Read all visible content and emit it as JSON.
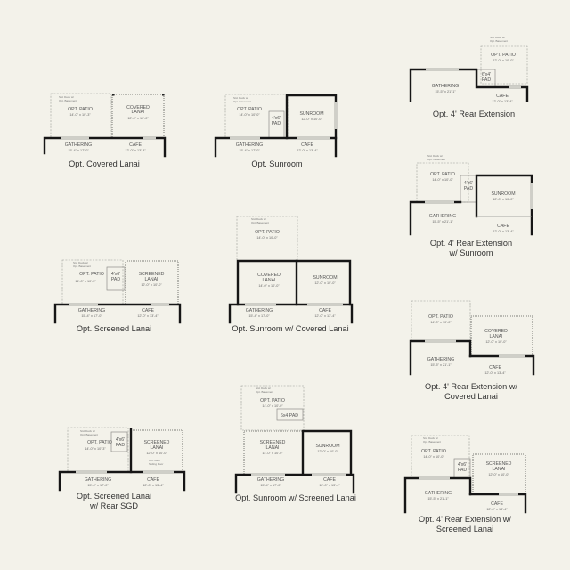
{
  "colors": {
    "background": "#f3f2ea",
    "wall": "#161616",
    "text": "#444444"
  },
  "deck_note": [
    "Std. Deck w/",
    "Opt. Basement"
  ],
  "plans": [
    {
      "title": [
        "Opt. Covered Lanai"
      ],
      "patio": {
        "name": "OPT. PATIO",
        "dims": "14'-0\" x 10'-3\""
      },
      "lanai": {
        "name": [
          "COVERED",
          "LANAI"
        ],
        "dims": "12'-0\" x 10'-0\""
      },
      "gathering": {
        "name": "GATHERING",
        "dims": "15'-4\" x 17'-0\""
      },
      "cafe": {
        "name": "CAFE",
        "dims": "12'-0\" x 13'-4\""
      }
    },
    {
      "title": [
        "Opt. Sunroom"
      ],
      "patio": {
        "name": "OPT. PATIO",
        "dims": "14'-0\" x 10'-0\""
      },
      "pad": [
        "4'x6'",
        "PAD"
      ],
      "sunroom": {
        "name": "SUNROOM",
        "dims": "12'-0\" x 10'-0\""
      },
      "gathering": {
        "name": "GATHERING",
        "dims": "15'-4\" x 17'-0\""
      },
      "cafe": {
        "name": "CAFE",
        "dims": "12'-0\" x 13'-4\""
      }
    },
    {
      "title": [
        "Opt. 4' Rear Extension"
      ],
      "patio": {
        "name": "OPT. PATIO",
        "dims": "12'-0\" x 10'-0\""
      },
      "pad": [
        "6'x4'",
        "PAD"
      ],
      "gathering": {
        "name": "GATHERING",
        "dims": "15'-5\" x 21'-1\""
      },
      "cafe": {
        "name": "CAFE",
        "dims": "12'-0\" x 13'-4\""
      }
    },
    {
      "title": [
        "Opt. 4' Rear Extension",
        "w/ Sunroom"
      ],
      "patio": {
        "name": "OPT. PATIO",
        "dims": "14'-0\" x 10'-0\""
      },
      "pad": [
        "4'x6'",
        "PAD"
      ],
      "sunroom": {
        "name": "SUNROOM",
        "dims": "12'-0\" x 10'-0\""
      },
      "gathering": {
        "name": "GATHERING",
        "dims": "15'-5\" x 21'-1\""
      },
      "cafe": {
        "name": "CAFE",
        "dims": "12'-0\" x 13'-4\""
      }
    },
    {
      "title": [
        "Opt. Screened Lanai"
      ],
      "patio": {
        "name": "OPT. PATIO",
        "dims": "14'-0\" x 10'-3\""
      },
      "pad": [
        "4'x6'",
        "PAD"
      ],
      "lanai": {
        "name": [
          "SCREENED",
          "LANAI"
        ],
        "dims": "12'-0\" x 10'-0\""
      },
      "gathering": {
        "name": "GATHERING",
        "dims": "15'-4\" x 17'-0\""
      },
      "cafe": {
        "name": "CAFE",
        "dims": "12'-0\" x 13'-4\""
      }
    },
    {
      "title": [
        "Opt. Sunroom w/ Covered Lanai"
      ],
      "patio": {
        "name": "OPT. PATIO",
        "dims": "14'-0\" x 10'-0\""
      },
      "lanai": {
        "name": [
          "COVERED",
          "LANAI"
        ],
        "dims": "14'-0\" x 10'-0\""
      },
      "sunroom": {
        "name": "SUNROOM",
        "dims": "12'-0\" x 10'-0\""
      },
      "gathering": {
        "name": "GATHERING",
        "dims": "15'-4\" x 17'-0\""
      },
      "cafe": {
        "name": "CAFE",
        "dims": "12'-0\" x 13'-4\""
      }
    },
    {
      "title": [
        "Opt. 4' Rear Extension w/",
        "Covered Lanai"
      ],
      "patio": {
        "name": "OPT. PATIO",
        "dims": "14'-0\" x 10'-0\""
      },
      "lanai": {
        "name": [
          "COVERED",
          "LANAI"
        ],
        "dims": "12'-0\" x 10'-0\""
      },
      "gathering": {
        "name": "GATHERING",
        "dims": "15'-5\" x 21'-1\""
      },
      "cafe": {
        "name": "CAFE",
        "dims": "12'-0\" x 13'-4\""
      }
    },
    {
      "title": [
        "Opt. Screened Lanai",
        "w/ Rear SGD"
      ],
      "patio": {
        "name": "OPT. PATIO",
        "dims": "14'-0\" x 10'-3\""
      },
      "pad": [
        "4'x6'",
        "PAD"
      ],
      "lanai": {
        "name": [
          "SCREENED",
          "LANAI"
        ],
        "dims": "12'-0\" x 10'-0\""
      },
      "sgd_note": [
        "Opt. Rear",
        "Sliding Door"
      ],
      "gathering": {
        "name": "GATHERING",
        "dims": "15'-4\" x 17'-0\""
      },
      "cafe": {
        "name": "CAFE",
        "dims": "12'-0\" x 13'-4\""
      }
    },
    {
      "title": [
        "Opt. Sunroom w/ Screened Lanai"
      ],
      "patio": {
        "name": "OPT. PATIO",
        "dims": "14'-0\" x 10'-0\""
      },
      "pad": [
        "6x4 PAD"
      ],
      "lanai": {
        "name": [
          "SCREENED",
          "LANAI"
        ],
        "dims": "14'-0\" x 10'-0\""
      },
      "sunroom": {
        "name": "SUNROOM",
        "dims": "12'-0\" x 10'-0\""
      },
      "gathering": {
        "name": "GATHERING",
        "dims": "15'-4\" x 17'-0\""
      },
      "cafe": {
        "name": "CAFE",
        "dims": "12'-0\" x 13'-4\""
      }
    },
    {
      "title": [
        "Opt. 4' Rear Extension w/",
        "Screened Lanai"
      ],
      "patio": {
        "name": "OPT. PATIO",
        "dims": "14'-0\" x 10'-0\""
      },
      "pad": [
        "4'x6'",
        "PAD"
      ],
      "lanai": {
        "name": [
          "SCREENED",
          "LANAI"
        ],
        "dims": "12'-0\" x 10'-0\""
      },
      "gathering": {
        "name": "GATHERING",
        "dims": "15'-5\" x 21'-1\""
      },
      "cafe": {
        "name": "CAFE",
        "dims": "12'-0\" x 13'-4\""
      }
    }
  ]
}
